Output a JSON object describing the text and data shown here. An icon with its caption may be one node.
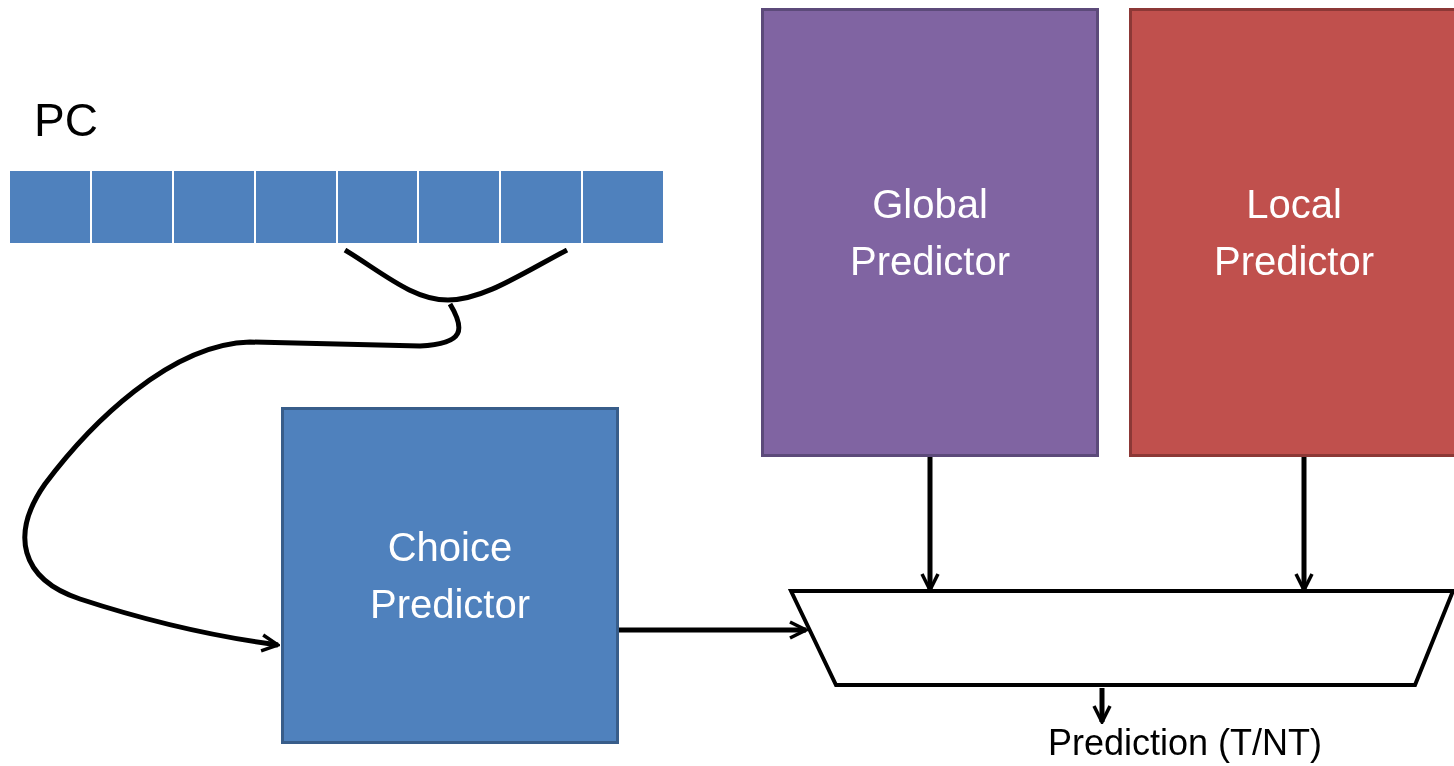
{
  "diagram": {
    "nodes": [
      {
        "text": [
          "PC"
        ]
      },
      {
        "text": [
          "Global Predictor"
        ]
      },
      {
        "text": [
          "Local Predictor"
        ]
      },
      {
        "text": [
          "Choice Predictor"
        ]
      },
      {
        "text": [],
        "shape": "trapezoid"
      },
      {
        "text": [
          "Prediction (T/NT)"
        ]
      }
    ],
    "edges": [
      {
        "from": 0,
        "to": 3,
        "arrow": "to"
      },
      {
        "from": 1,
        "to": 4,
        "arrow": "to"
      },
      {
        "from": 2,
        "to": 4,
        "arrow": "to"
      },
      {
        "from": 3,
        "to": 4,
        "arrow": "to"
      },
      {
        "from": 4,
        "to": 5,
        "arrow": "to"
      }
    ]
  }
}
